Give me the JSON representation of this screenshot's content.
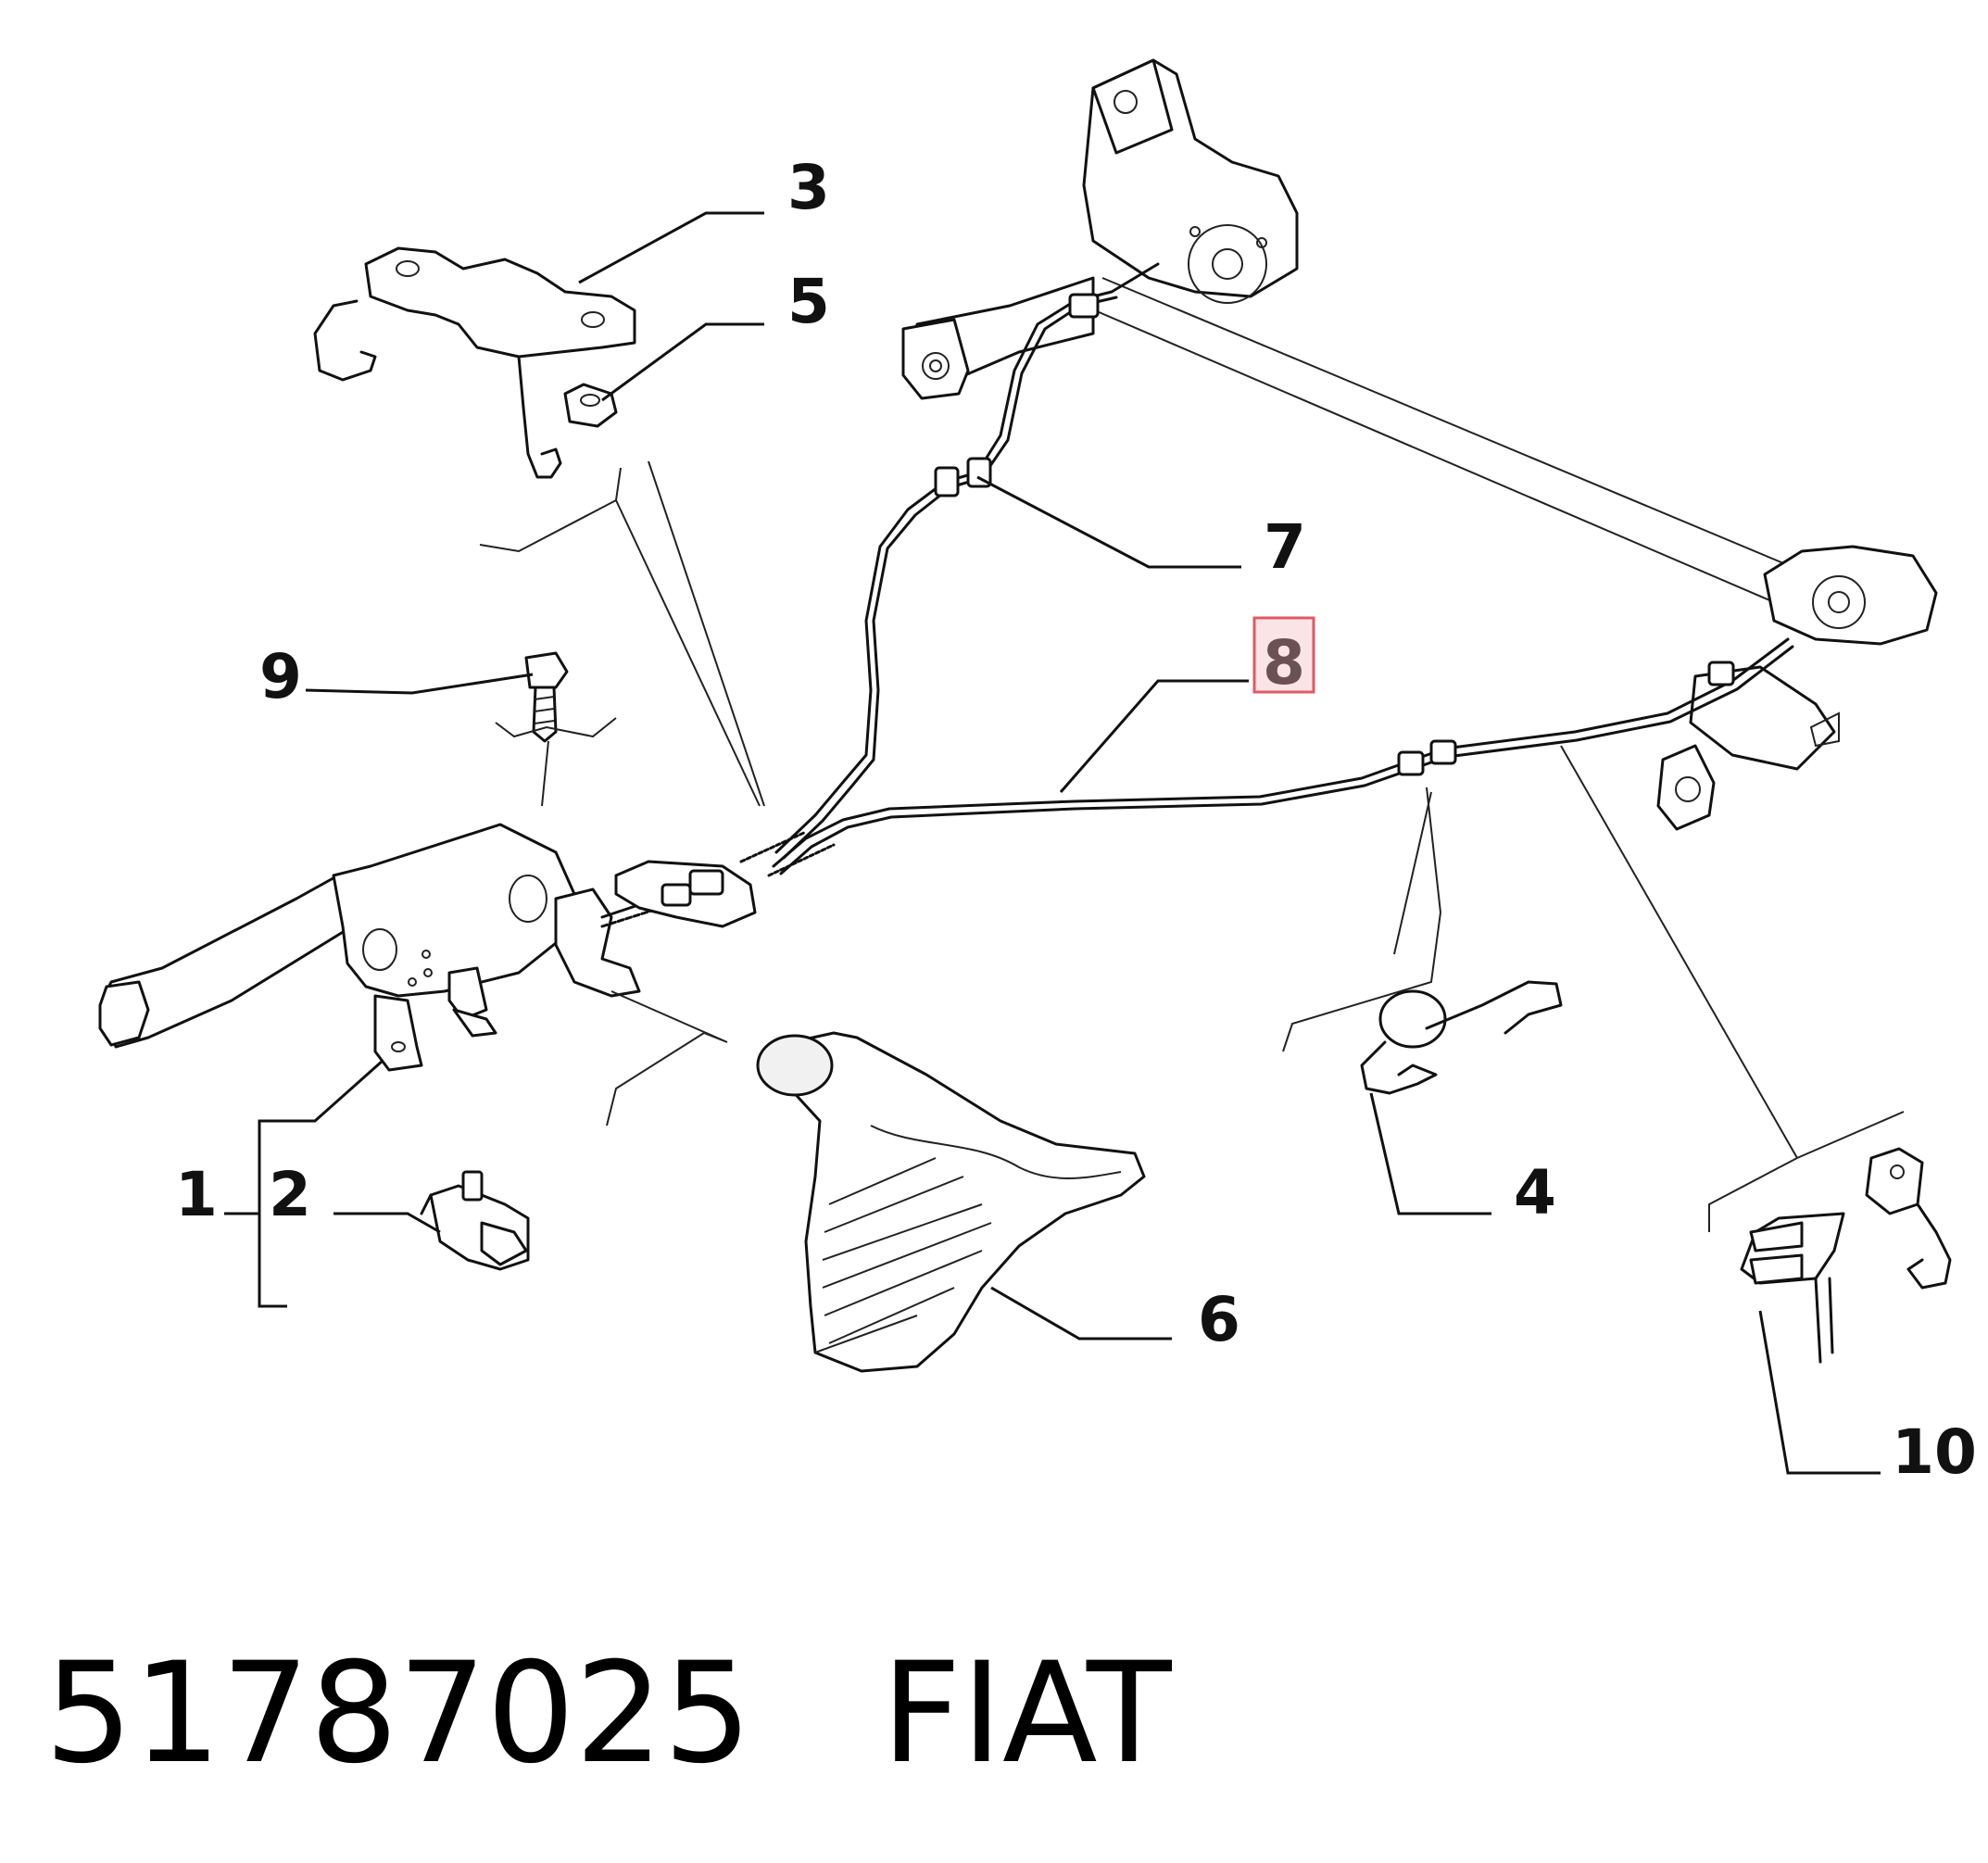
{
  "diagram": {
    "callouts": [
      {
        "id": "c1",
        "label": "1",
        "highlighted": false
      },
      {
        "id": "c2",
        "label": "2",
        "highlighted": false
      },
      {
        "id": "c3",
        "label": "3",
        "highlighted": false
      },
      {
        "id": "c4",
        "label": "4",
        "highlighted": false
      },
      {
        "id": "c5",
        "label": "5",
        "highlighted": false
      },
      {
        "id": "c6",
        "label": "6",
        "highlighted": false
      },
      {
        "id": "c7",
        "label": "7",
        "highlighted": false
      },
      {
        "id": "c8",
        "label": "8",
        "highlighted": true
      },
      {
        "id": "c9",
        "label": "9",
        "highlighted": false
      },
      {
        "id": "c10",
        "label": "10",
        "highlighted": false
      }
    ],
    "highlight_color": "#e05a66"
  },
  "caption": {
    "part_number": "51787025",
    "brand": "FIAT"
  }
}
